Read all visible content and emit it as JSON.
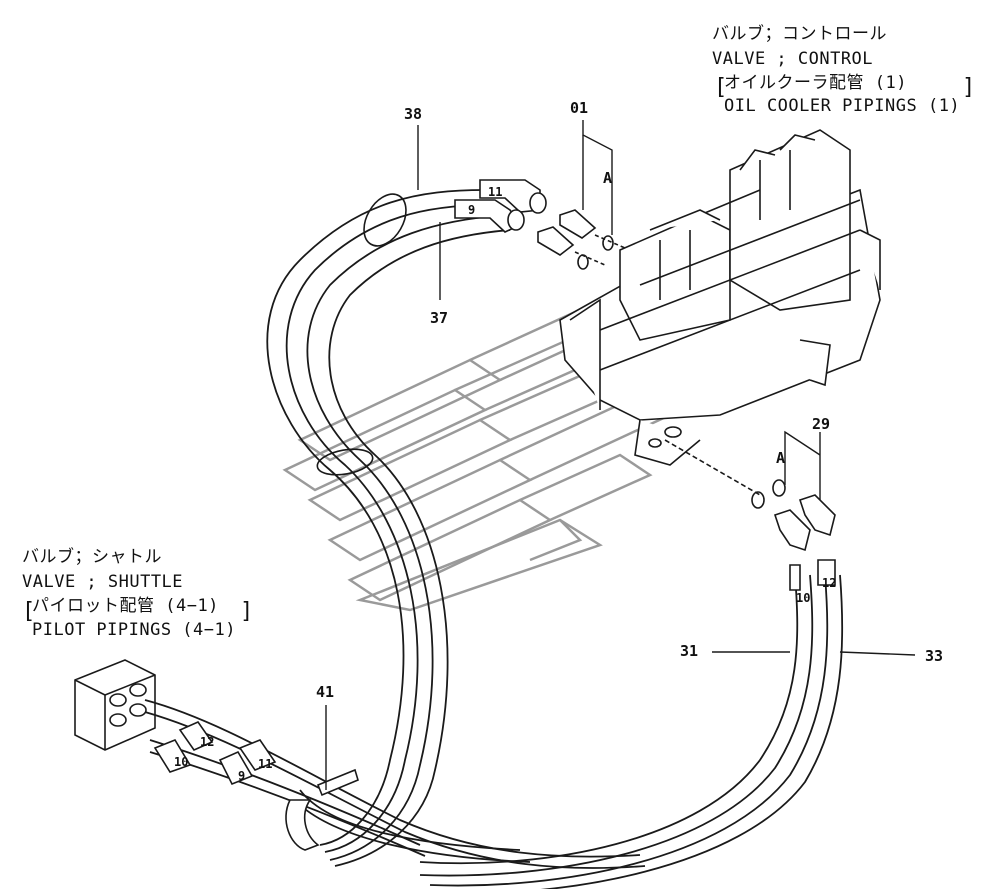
{
  "colors": {
    "line": "#1a1a1a",
    "watermark": "#9a9a9a",
    "background": "#ffffff"
  },
  "header_top": {
    "ja_title": "バルブ；コントロール",
    "en_title": "VALVE ; CONTROL",
    "ja_sub": "オイルクーラ配管 (1)",
    "en_sub": "OIL COOLER PIPINGS (1)"
  },
  "header_left": {
    "ja_title": "バルブ；シャトル",
    "en_title": "VALVE ; SHUTTLE",
    "ja_sub": "パイロット配管 (4−1)",
    "en_sub": "PILOT PIPINGS (4−1)"
  },
  "callouts": {
    "c38": "38",
    "c37": "37",
    "c01": "01",
    "c29": "29",
    "c31": "31",
    "c33": "33",
    "c41": "41",
    "a_top": "A",
    "a_right": "A"
  },
  "fitting_labels": {
    "top_11": "11",
    "top_9": "9",
    "right_10": "10",
    "right_12": "12",
    "left_12": "12",
    "left_11": "11",
    "left_10": "10",
    "left_9": "9"
  },
  "icons": [
    "watermark-logo-icon",
    "control-valve-icon",
    "shuttle-valve-icon"
  ]
}
